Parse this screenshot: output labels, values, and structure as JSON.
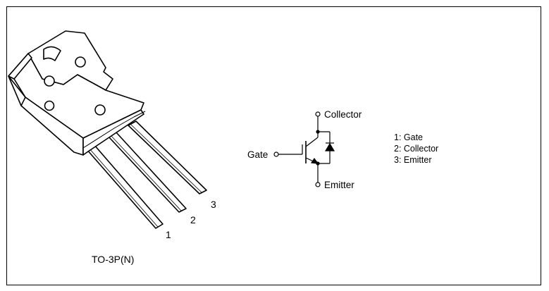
{
  "package": {
    "name": "TO-3P(N)",
    "pins": [
      "1",
      "2",
      "3"
    ]
  },
  "symbol": {
    "collector_label": "Collector",
    "gate_label": "Gate",
    "emitter_label": "Emitter"
  },
  "pin_legend": [
    "1: Gate",
    "2: Collector",
    "3: Emitter"
  ]
}
